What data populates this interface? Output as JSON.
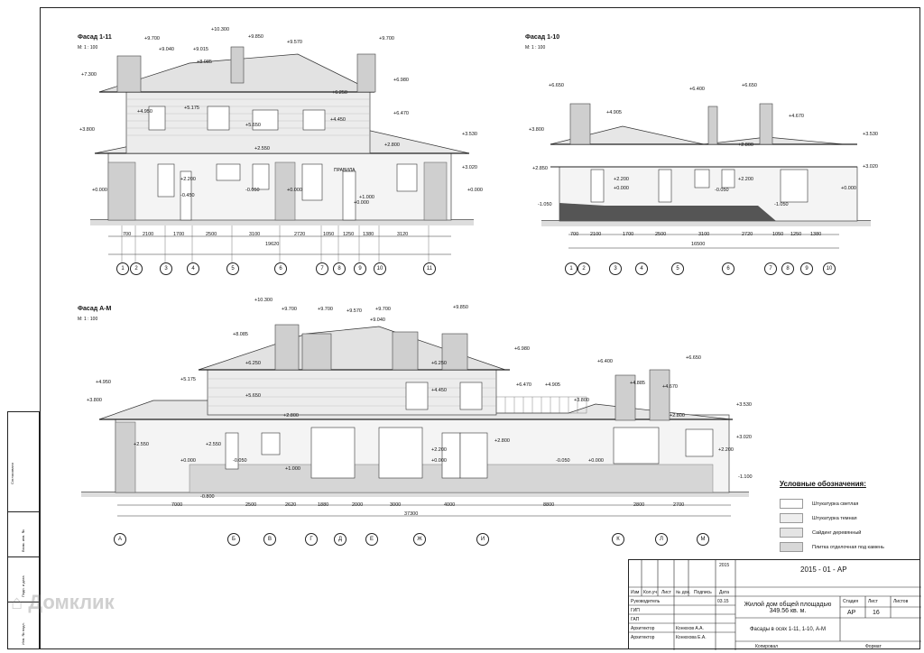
{
  "facade_1": {
    "title": "Фасад 1-11",
    "scale": "М: 1 : 100",
    "levels": [
      "+10.300",
      "+9.700",
      "+9.850",
      "+9.570",
      "+9.040",
      "+9.015",
      "+8.085",
      "+9.700",
      "+7.300",
      "+6.980",
      "+6.250",
      "+6.470",
      "+4.950",
      "+5.175",
      "+5.650",
      "+4.450",
      "+3.800",
      "+2.550",
      "+2.800",
      "+3.530",
      "+3.020",
      "+2.200",
      "+0.000",
      "-0.450",
      "-0.050",
      "+0.000",
      "+1.000",
      "+0.000",
      "+0.000"
    ],
    "dims": [
      "700",
      "2100",
      "1700",
      "2500",
      "3100",
      "2720",
      "1050",
      "1250",
      "1380",
      "3120"
    ],
    "total": "19620",
    "axes": [
      "1",
      "2",
      "3",
      "4",
      "5",
      "6",
      "7",
      "8",
      "9",
      "10",
      "11"
    ],
    "sign": "ПРАВИЛА"
  },
  "facade_2": {
    "title": "Фасад 1-10",
    "scale": "М: 1 : 100",
    "levels": [
      "+6.650",
      "+6.400",
      "+6.650",
      "+4.905",
      "+4.670",
      "+3.800",
      "+2.800",
      "+3.530",
      "+2.850",
      "+3.020",
      "+2.200",
      "+0.000",
      "-0.050",
      "+2.200",
      "+0.000",
      "-1.050",
      "-1.050"
    ],
    "dims": [
      "700",
      "2100",
      "1700",
      "2500",
      "3100",
      "2720",
      "1050",
      "1250",
      "1380"
    ],
    "total": "16500",
    "axes": [
      "1",
      "2",
      "3",
      "4",
      "5",
      "6",
      "7",
      "8",
      "9",
      "10"
    ]
  },
  "facade_3": {
    "title": "Фасад А-М",
    "scale": "М: 1 : 100",
    "levels": [
      "+10.300",
      "+9.700",
      "+9.700",
      "+9.570",
      "+9.700",
      "+9.850",
      "+8.085",
      "+9.040",
      "+6.980",
      "+6.250",
      "+6.250",
      "+6.470",
      "+4.905",
      "+6.400",
      "+6.650",
      "+4.950",
      "+5.175",
      "+5.650",
      "+4.450",
      "+4.885",
      "+4.670",
      "+3.800",
      "+3.800",
      "+3.530",
      "+2.800",
      "+2.800",
      "+2.550",
      "+2.550",
      "+2.800",
      "+2.200",
      "+3.020",
      "+0.000",
      "-0.050",
      "+1.000",
      "+0.000",
      "-0.050",
      "+0.000",
      "+2.200",
      "-1.100",
      "-0.800"
    ],
    "dims": [
      "7000",
      "2500",
      "2620",
      "1880",
      "2000",
      "3000",
      "4000",
      "8800",
      "2800",
      "2700"
    ],
    "total": "37300",
    "axes": [
      "А",
      "Б",
      "В",
      "Г",
      "Д",
      "Е",
      "Ж",
      "И",
      "К",
      "Л",
      "М"
    ]
  },
  "legend": {
    "title": "Условные обозначения:",
    "items": [
      "Штукатурка светлая",
      "Штукатурка темная",
      "Сайдинг деревянный",
      "Плитка отделочная под камень"
    ]
  },
  "stamp": {
    "code": "2015 - 01 - АР",
    "year": "2015",
    "headers": [
      "Изм",
      "Кол.уч",
      "Лист",
      "№ док.",
      "Подпись",
      "Дата"
    ],
    "roles": [
      "Руководитель",
      "ГИП",
      "ГАП",
      "Архитектор",
      "Архитектор"
    ],
    "names": [
      "",
      "",
      "",
      "Конюхов А.А.",
      "Конюхова Е.А."
    ],
    "date": "03.15",
    "project": "Жилой дом общей площадью 349.56 кв. м.",
    "sheet_title": "Фасады в осях 1-11, 1-10, А-М",
    "stage_lbl": "Стадия",
    "sheet_lbl": "Лист",
    "sheets_lbl": "Листов",
    "stage": "АР",
    "sheet": "16",
    "copied": "Копировал",
    "format": "Формат"
  },
  "sidebar": {
    "labels": [
      "Согласовано",
      "Взам. инв. №",
      "Подп. и дата",
      "Инв. № подл."
    ]
  },
  "watermark": "Домклик"
}
